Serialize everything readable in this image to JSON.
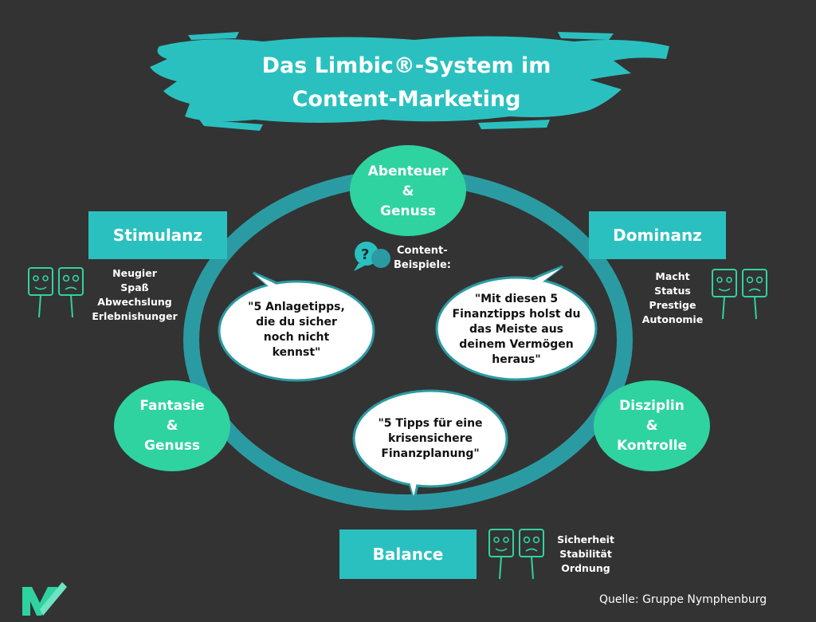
{
  "title": {
    "line1": "Das Limbic®-System im",
    "line2": "Content-Marketing"
  },
  "nodes": {
    "top": [
      "Abenteuer",
      "&",
      "Genuss"
    ],
    "left": [
      "Fantasie",
      "&",
      "Genuss"
    ],
    "right": [
      "Disziplin",
      "&",
      "Kontrolle"
    ]
  },
  "boxes": {
    "stimulanz": "Stimulanz",
    "dominanz": "Dominanz",
    "balance": "Balance"
  },
  "lists": {
    "stimulanz": [
      "Neugier",
      "Spaß",
      "Abwechslung",
      "Erlebnishunger"
    ],
    "dominanz": [
      "Macht",
      "Status",
      "Prestige",
      "Autonomie"
    ],
    "balance": [
      "Sicherheit",
      "Stabilität",
      "Ordnung"
    ]
  },
  "content_examples": {
    "line1": "Content-",
    "line2": "Beispiele:"
  },
  "bubbles": {
    "left": [
      "\"5 Anlagetipps,",
      "die du sicher",
      "noch nicht",
      "kennst\""
    ],
    "right": [
      "\"Mit diesen 5",
      "Finanztipps holst du",
      "das Meiste aus",
      "deinem Vermögen",
      "heraus\""
    ],
    "bottom": [
      "\"5 Tipps für eine",
      "krisensichere",
      "Finanzplanung\""
    ]
  },
  "source": "Quelle: Gruppe Nymphenburg",
  "colors": {
    "background": "#333333",
    "teal": "#2bc0c0",
    "ring": "#2b9ba3",
    "green": "#2fd3a0"
  }
}
